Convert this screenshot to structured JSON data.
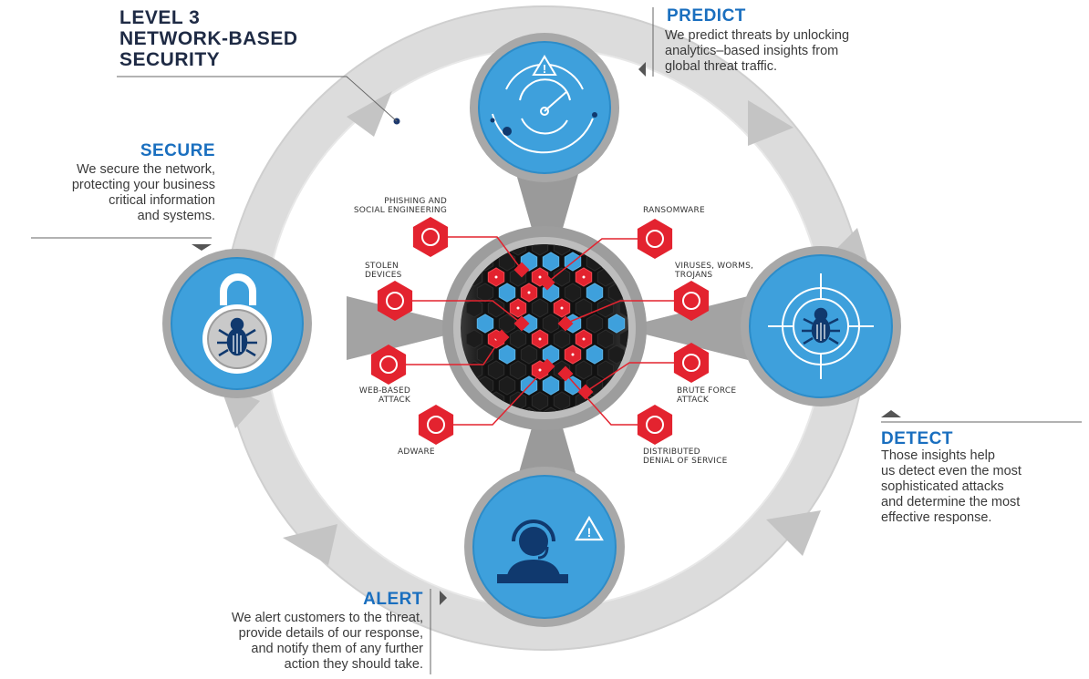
{
  "title": {
    "line1": "LEVEL 3",
    "line2": "NETWORK-BASED",
    "line3": "SECURITY"
  },
  "stages": {
    "predict": {
      "heading": "PREDICT",
      "lines": [
        "We predict threats by unlocking",
        "analytics–based insights from",
        "global threat traffic."
      ]
    },
    "secure": {
      "heading": "SECURE",
      "lines": [
        "We secure the network,",
        "protecting your business",
        "critical information",
        "and systems."
      ]
    },
    "detect": {
      "heading": "DETECT",
      "lines": [
        "Those insights help",
        "us detect even the most",
        "sophisticated attacks",
        "and determine the most",
        "effective response."
      ]
    },
    "alert": {
      "heading": "ALERT",
      "lines": [
        "We alert customers to the threat,",
        "provide details of our response,",
        "and notify them of any further",
        "action they should take."
      ]
    }
  },
  "threats": {
    "phishing": [
      "PHISHING AND",
      "SOCIAL ENGINEERING"
    ],
    "ransomware": [
      "RANSOMWARE"
    ],
    "stolen": [
      "STOLEN",
      "DEVICES"
    ],
    "viruses": [
      "VIRUSES, WORMS,",
      "TROJANS"
    ],
    "web": [
      "WEB-BASED",
      "ATTACK"
    ],
    "brute": [
      "BRUTE FORCE",
      "ATTACK"
    ],
    "adware": [
      "ADWARE"
    ],
    "ddos": [
      "DISTRIBUTED",
      "DENIAL OF SERVICE"
    ]
  },
  "colors": {
    "blue": "#3ea0dc",
    "dark_blue": "#10396e",
    "red": "#e3232f",
    "ring": "#d6d6d6",
    "heading": "#1a6fbf"
  },
  "icons": {
    "predict": "radar-warning-icon",
    "secure": "padlock-bug-icon",
    "detect": "crosshair-bug-icon",
    "alert": "support-agent-warning-icon"
  }
}
